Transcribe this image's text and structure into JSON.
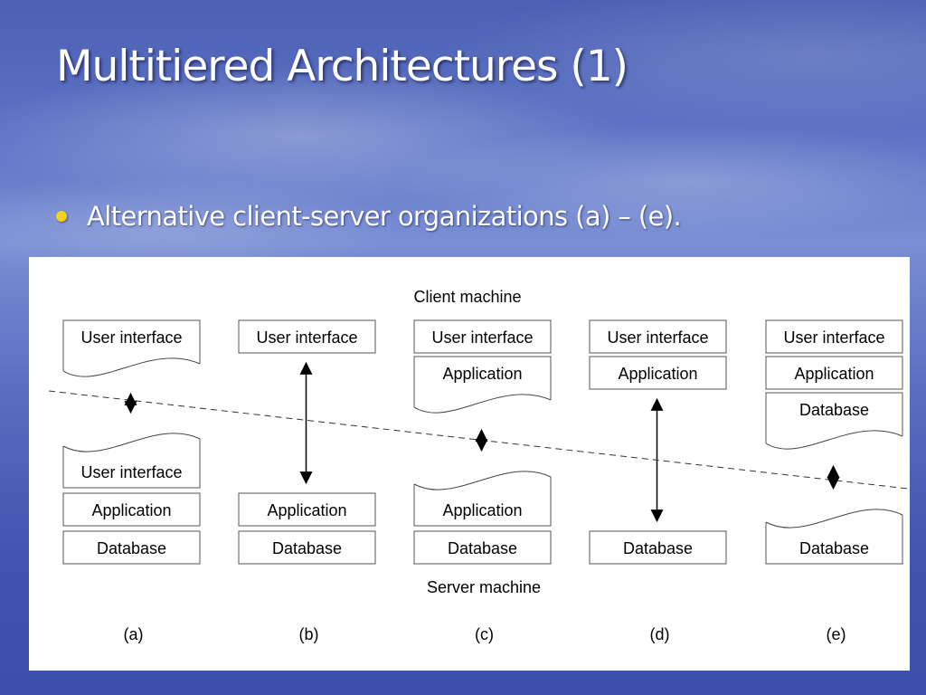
{
  "slide": {
    "title": "Multitiered Architectures (1)",
    "bullet": "Alternative client-server organizations (a) – (e)."
  },
  "diagram": {
    "client_label": "Client machine",
    "server_label": "Server machine",
    "columns": [
      {
        "caption": "(a)",
        "client_layers": [
          {
            "label": "User interface",
            "cut": "bottom"
          }
        ],
        "server_layers": [
          {
            "label": "User interface",
            "cut": "top"
          },
          {
            "label": "Application"
          },
          {
            "label": "Database"
          }
        ]
      },
      {
        "caption": "(b)",
        "client_layers": [
          {
            "label": "User interface"
          }
        ],
        "server_layers": [
          {
            "label": "Application"
          },
          {
            "label": "Database"
          }
        ]
      },
      {
        "caption": "(c)",
        "client_layers": [
          {
            "label": "User interface"
          },
          {
            "label": "Application",
            "cut": "bottom"
          }
        ],
        "server_layers": [
          {
            "label": "Application",
            "cut": "top"
          },
          {
            "label": "Database"
          }
        ]
      },
      {
        "caption": "(d)",
        "client_layers": [
          {
            "label": "User interface"
          },
          {
            "label": "Application"
          }
        ],
        "server_layers": [
          {
            "label": "Database"
          }
        ]
      },
      {
        "caption": "(e)",
        "client_layers": [
          {
            "label": "User interface"
          },
          {
            "label": "Application"
          },
          {
            "label": "Database",
            "cut": "bottom"
          }
        ],
        "server_layers": [
          {
            "label": "Database",
            "cut": "top"
          }
        ]
      }
    ]
  }
}
